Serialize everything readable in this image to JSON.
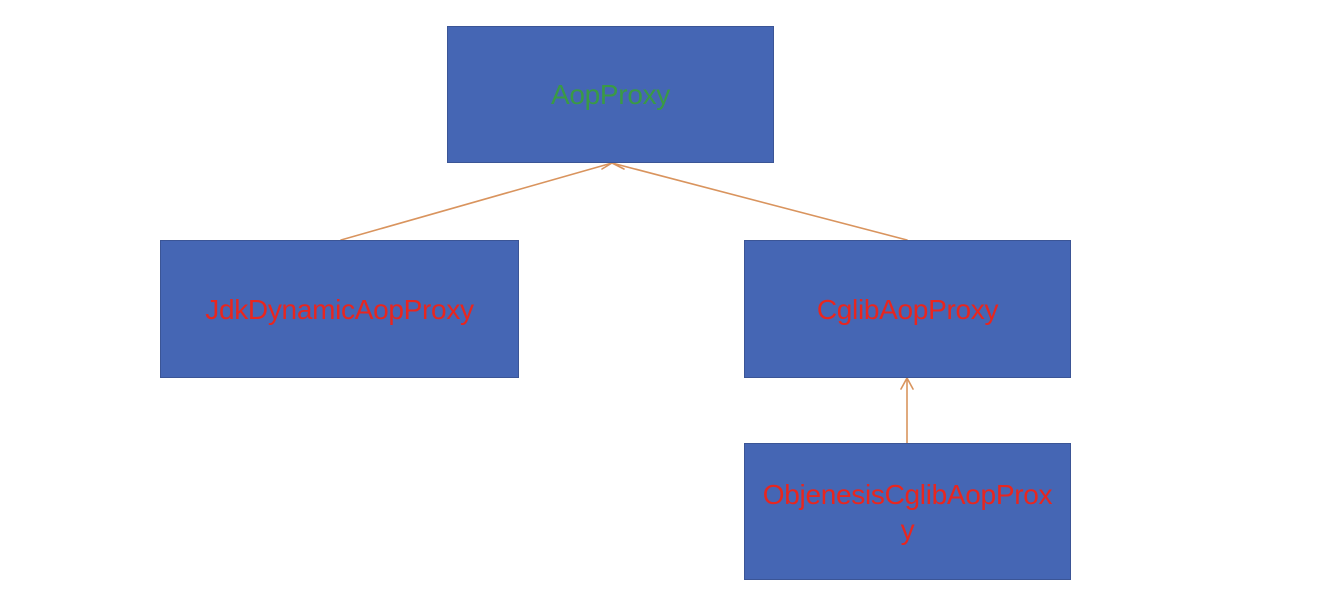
{
  "colors": {
    "node_fill": "#4566b4",
    "node_border": "#3b5596",
    "root_text": "#3a9a45",
    "child_text": "#e8261f",
    "edge": "#d9945e"
  },
  "nodes": {
    "aop_proxy": {
      "label": "AopProxy"
    },
    "jdk_dynamic_aop_proxy": {
      "label": "JdkDynamicAopProxy"
    },
    "cglib_aop_proxy": {
      "label": "CglibAopProxy"
    },
    "objenesis_cglib_aop_proxy": {
      "label": "ObjenesisCglibAopProxy"
    }
  },
  "edges": [
    {
      "from": "jdk_dynamic_aop_proxy",
      "to": "aop_proxy",
      "type": "generalization"
    },
    {
      "from": "cglib_aop_proxy",
      "to": "aop_proxy",
      "type": "generalization"
    },
    {
      "from": "objenesis_cglib_aop_proxy",
      "to": "cglib_aop_proxy",
      "type": "generalization"
    }
  ]
}
